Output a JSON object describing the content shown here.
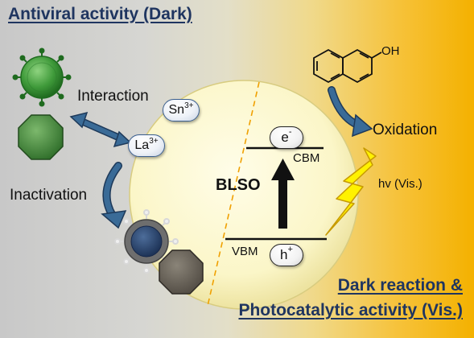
{
  "header": {
    "title": "Antiviral activity (Dark)"
  },
  "dark_side": {
    "interaction_label": "Interaction",
    "inactivation_label": "Inactivation",
    "ions": [
      {
        "symbol": "Sn",
        "charge": "3+"
      },
      {
        "symbol": "La",
        "charge": "3+"
      }
    ]
  },
  "particle": {
    "name": "BLSO",
    "cbm_label": "CBM",
    "vbm_label": "VBM",
    "electron": {
      "symbol": "e",
      "charge": "-"
    },
    "hole": {
      "symbol": "h",
      "charge": "+"
    }
  },
  "reaction": {
    "molecule_group": "OH",
    "oxidation_label": "Oxidation",
    "light_label": "hv (Vis.)"
  },
  "footer": {
    "line1": "Dark reaction &",
    "line2": "Photocatalytic activity (Vis.)"
  },
  "colors": {
    "title_navy": "#1f3560",
    "virus_green": "#2f8a2f",
    "virus_dark": "#2b3f63",
    "particle_fill": "#fbf7cc",
    "bolt_yellow": "#fff200",
    "arrow_blue": "#2f5d86"
  },
  "icons": [
    "virus-icon",
    "octagon-icon",
    "naphthol-molecule-icon",
    "lightning-bolt-icon",
    "double-arrow-icon"
  ]
}
